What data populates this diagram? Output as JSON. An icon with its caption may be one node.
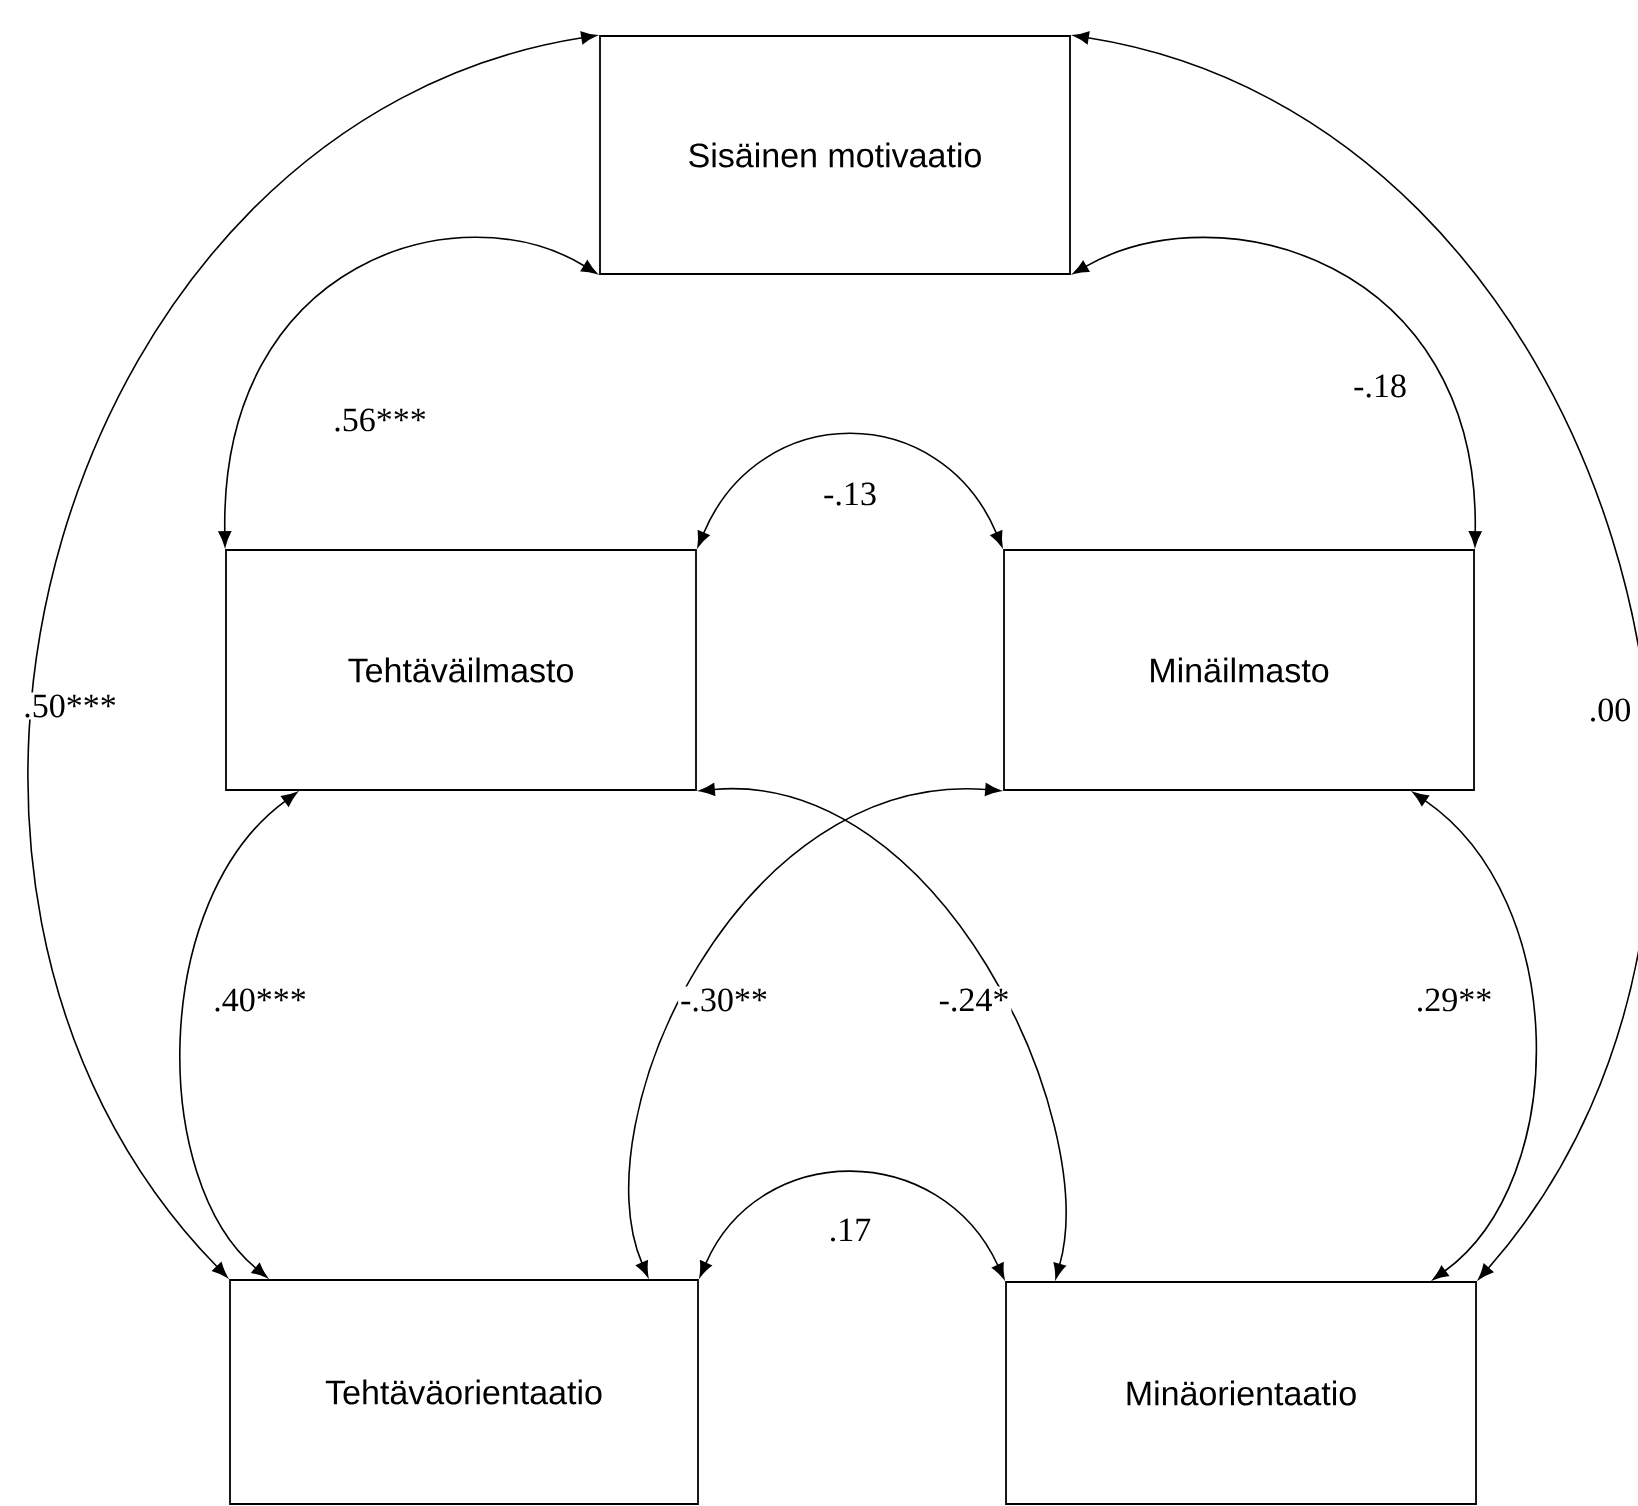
{
  "diagram": {
    "nodes": [
      {
        "text": [
          "Sisäinen motivaatio"
        ]
      },
      {
        "text": [
          "Tehtäväilmasto"
        ]
      },
      {
        "text": [
          "Minäilmasto"
        ]
      },
      {
        "text": [
          "Tehtäväorientaatio"
        ]
      },
      {
        "text": [
          "Minäorientaatio"
        ]
      }
    ],
    "edges": [
      {
        "from": 0,
        "to": 1,
        "arrow": "both",
        "label": ".56***"
      },
      {
        "from": 0,
        "to": 2,
        "arrow": "both",
        "label": "-.18"
      },
      {
        "from": 1,
        "to": 2,
        "arrow": "both",
        "label": "-.13"
      },
      {
        "from": 0,
        "to": 3,
        "arrow": "both",
        "label": ".50***"
      },
      {
        "from": 0,
        "to": 4,
        "arrow": "both",
        "label": ".00"
      },
      {
        "from": 1,
        "to": 3,
        "arrow": "both",
        "label": ".40***"
      },
      {
        "from": 2,
        "to": 4,
        "arrow": "both",
        "label": ".29**"
      },
      {
        "from": 2,
        "to": 3,
        "arrow": "both",
        "label": "-.30**"
      },
      {
        "from": 1,
        "to": 4,
        "arrow": "both",
        "label": "-.24*"
      },
      {
        "from": 3,
        "to": 4,
        "arrow": "both",
        "label": ".17"
      }
    ]
  }
}
